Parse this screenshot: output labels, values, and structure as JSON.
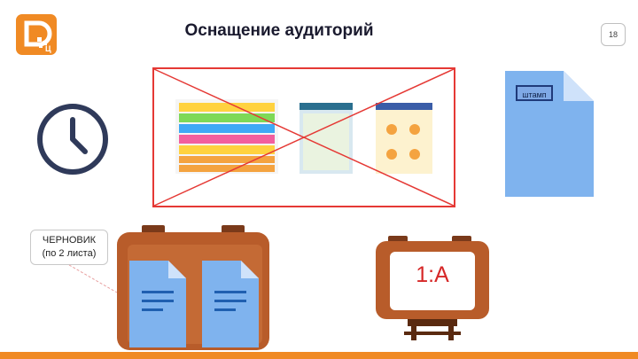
{
  "header": {
    "title": "Оснащение аудиторий",
    "page_number": "18"
  },
  "stamp": {
    "label": "штамп"
  },
  "draft": {
    "line1": "ЧЕРНОВИК",
    "line2": "(по 2 листа)"
  },
  "cabinet": {
    "label": "1:А"
  },
  "colors": {
    "brand_orange": "#f08a24",
    "cross_red": "#e53935",
    "doc_blue": "#7fb3ee",
    "board_brown": "#b85c2a",
    "clock_navy": "#2f3a5a"
  },
  "icons": [
    "logo-icon",
    "clock-icon",
    "document-icon",
    "board-icon",
    "cabinet-icon"
  ]
}
